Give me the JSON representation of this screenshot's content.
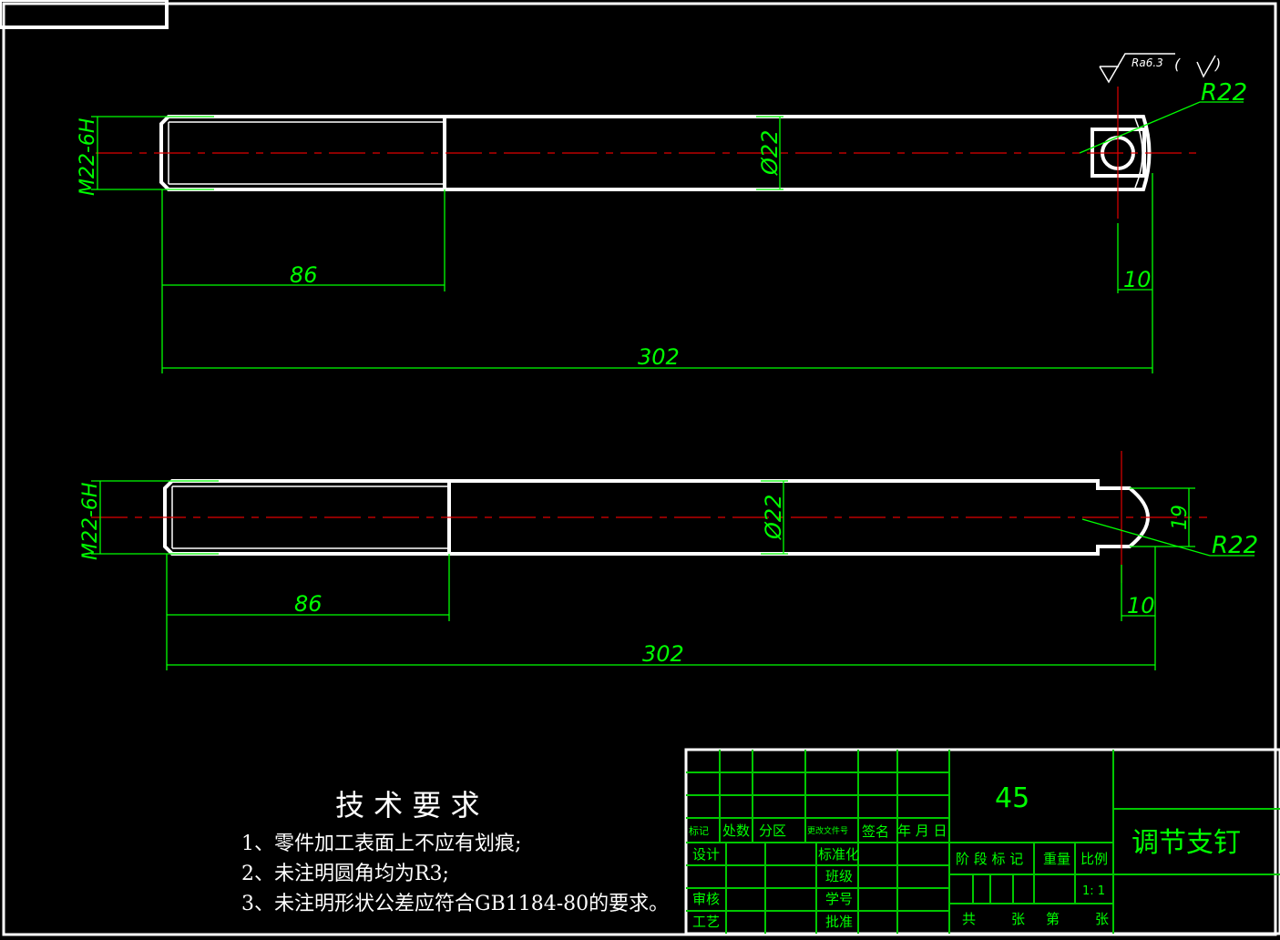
{
  "drawing": {
    "top_view": {
      "thread_label": "M22-6H",
      "diameter_label": "Ø22",
      "thread_length": "86",
      "total_length": "302",
      "end_offset": "10",
      "radius_label": "R22",
      "roughness_label": "Ra6.3",
      "roughness_paren_open": "(",
      "roughness_paren_close": ")"
    },
    "front_view": {
      "thread_label": "M22-6H",
      "diameter_label": "Ø22",
      "thread_length": "86",
      "total_length": "302",
      "end_offset": "10",
      "flat_width": "19",
      "radius_label": "R22"
    }
  },
  "requirements": {
    "title": "技 术 要 求",
    "items": [
      "1、零件加工表面上不应有划痕;",
      "2、未注明圆角均为R3;",
      "3、未注明形状公差应符合GB1184-80的要求。"
    ]
  },
  "title_block": {
    "material": "45",
    "part_name": "调节支钉",
    "rev_headers": [
      "标记",
      "处数",
      "分区",
      "更改文件号",
      "签名",
      "年 月 日"
    ],
    "design": "设计",
    "standardization": "标准化",
    "class": "班级",
    "review": "审核",
    "student_no": "学号",
    "process": "工艺",
    "approve": "批准",
    "stage_mark": "阶 段 标 记",
    "weight": "重量",
    "scale_label": "比例",
    "scale": "1: 1",
    "total": "共",
    "sheets1": "张",
    "sheet_no": "第",
    "sheets2": "张"
  },
  "colors": {
    "background": "#000000",
    "outline": "#ffffff",
    "dimension": "#00ff00",
    "centerline": "#e00000"
  }
}
